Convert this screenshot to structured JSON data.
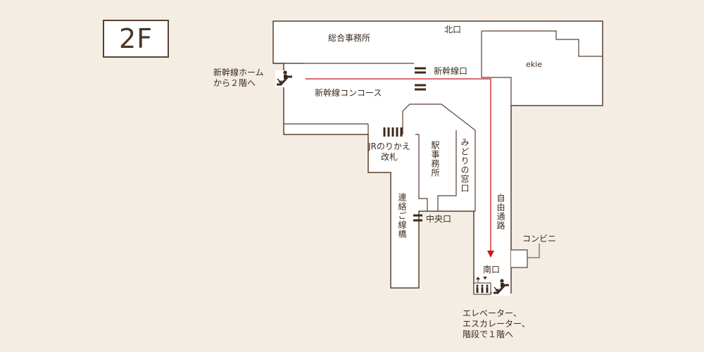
{
  "floor": "2F",
  "areas": {
    "general_office": "総合事務所",
    "north_exit": "北口",
    "ekie": "ekie",
    "shinkansen_exit": "新幹線口",
    "shinkansen_concourse": "新幹線コンコース",
    "jr_gate": "JRのりかえ\n改札",
    "station_office": "駅事務所",
    "midori": "みどりの窓口",
    "free_passage": "自由通路",
    "bridge": "連絡ご線橋",
    "central_exit": "中央口",
    "convenience": "コンビニ",
    "south_exit": "南口"
  },
  "notes": {
    "shinkansen_home": "新幹線ホーム\nから２階へ",
    "south_access": "エレベーター、\nエスカレーター、\n階段で１階へ"
  },
  "icons": {
    "escalator": "escalator-icon",
    "elevator": "elevator-icon",
    "gate": "ticket-gate-icon"
  },
  "colors": {
    "route": "#c8161d",
    "building": "#ffffff",
    "wall": "#5a4030",
    "background": "#f4ede3"
  }
}
